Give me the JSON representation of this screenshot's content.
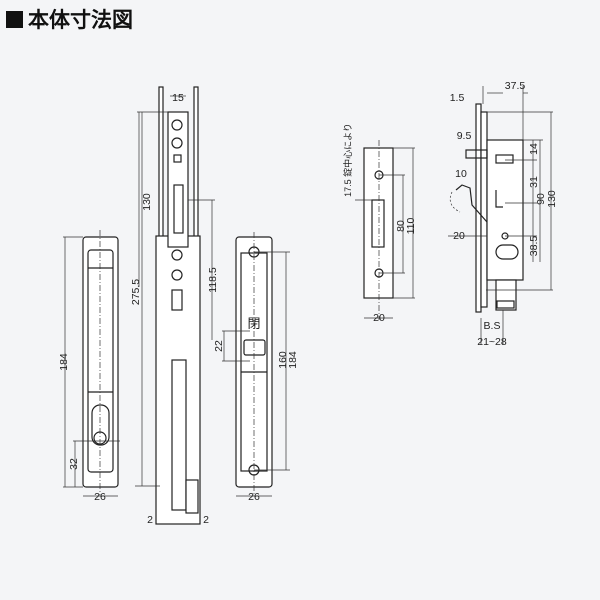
{
  "title": "本体寸法図",
  "handle_front": {
    "height": "184",
    "key_offset": "32",
    "width": "26"
  },
  "section": {
    "top_width": "15",
    "upper": "130",
    "total": "275.5",
    "mid": "118.5",
    "plate_left": "2",
    "plate_right": "2"
  },
  "face_plate": {
    "label": "閉",
    "button": "22",
    "screw_pitch": "160",
    "height": "184",
    "width": "26"
  },
  "strike": {
    "note": "17.5 錠中心により",
    "screw_pitch": "80",
    "height": "110",
    "width": "20"
  },
  "lock_case": {
    "width": "37.5",
    "face": "1.5",
    "d1": "9.5",
    "d2": "14",
    "d3": "10",
    "d4": "31",
    "d5": "90",
    "d6": "130",
    "d7": "20",
    "d8": "38.5",
    "bs": "B.S",
    "bs_range": "21~28"
  }
}
